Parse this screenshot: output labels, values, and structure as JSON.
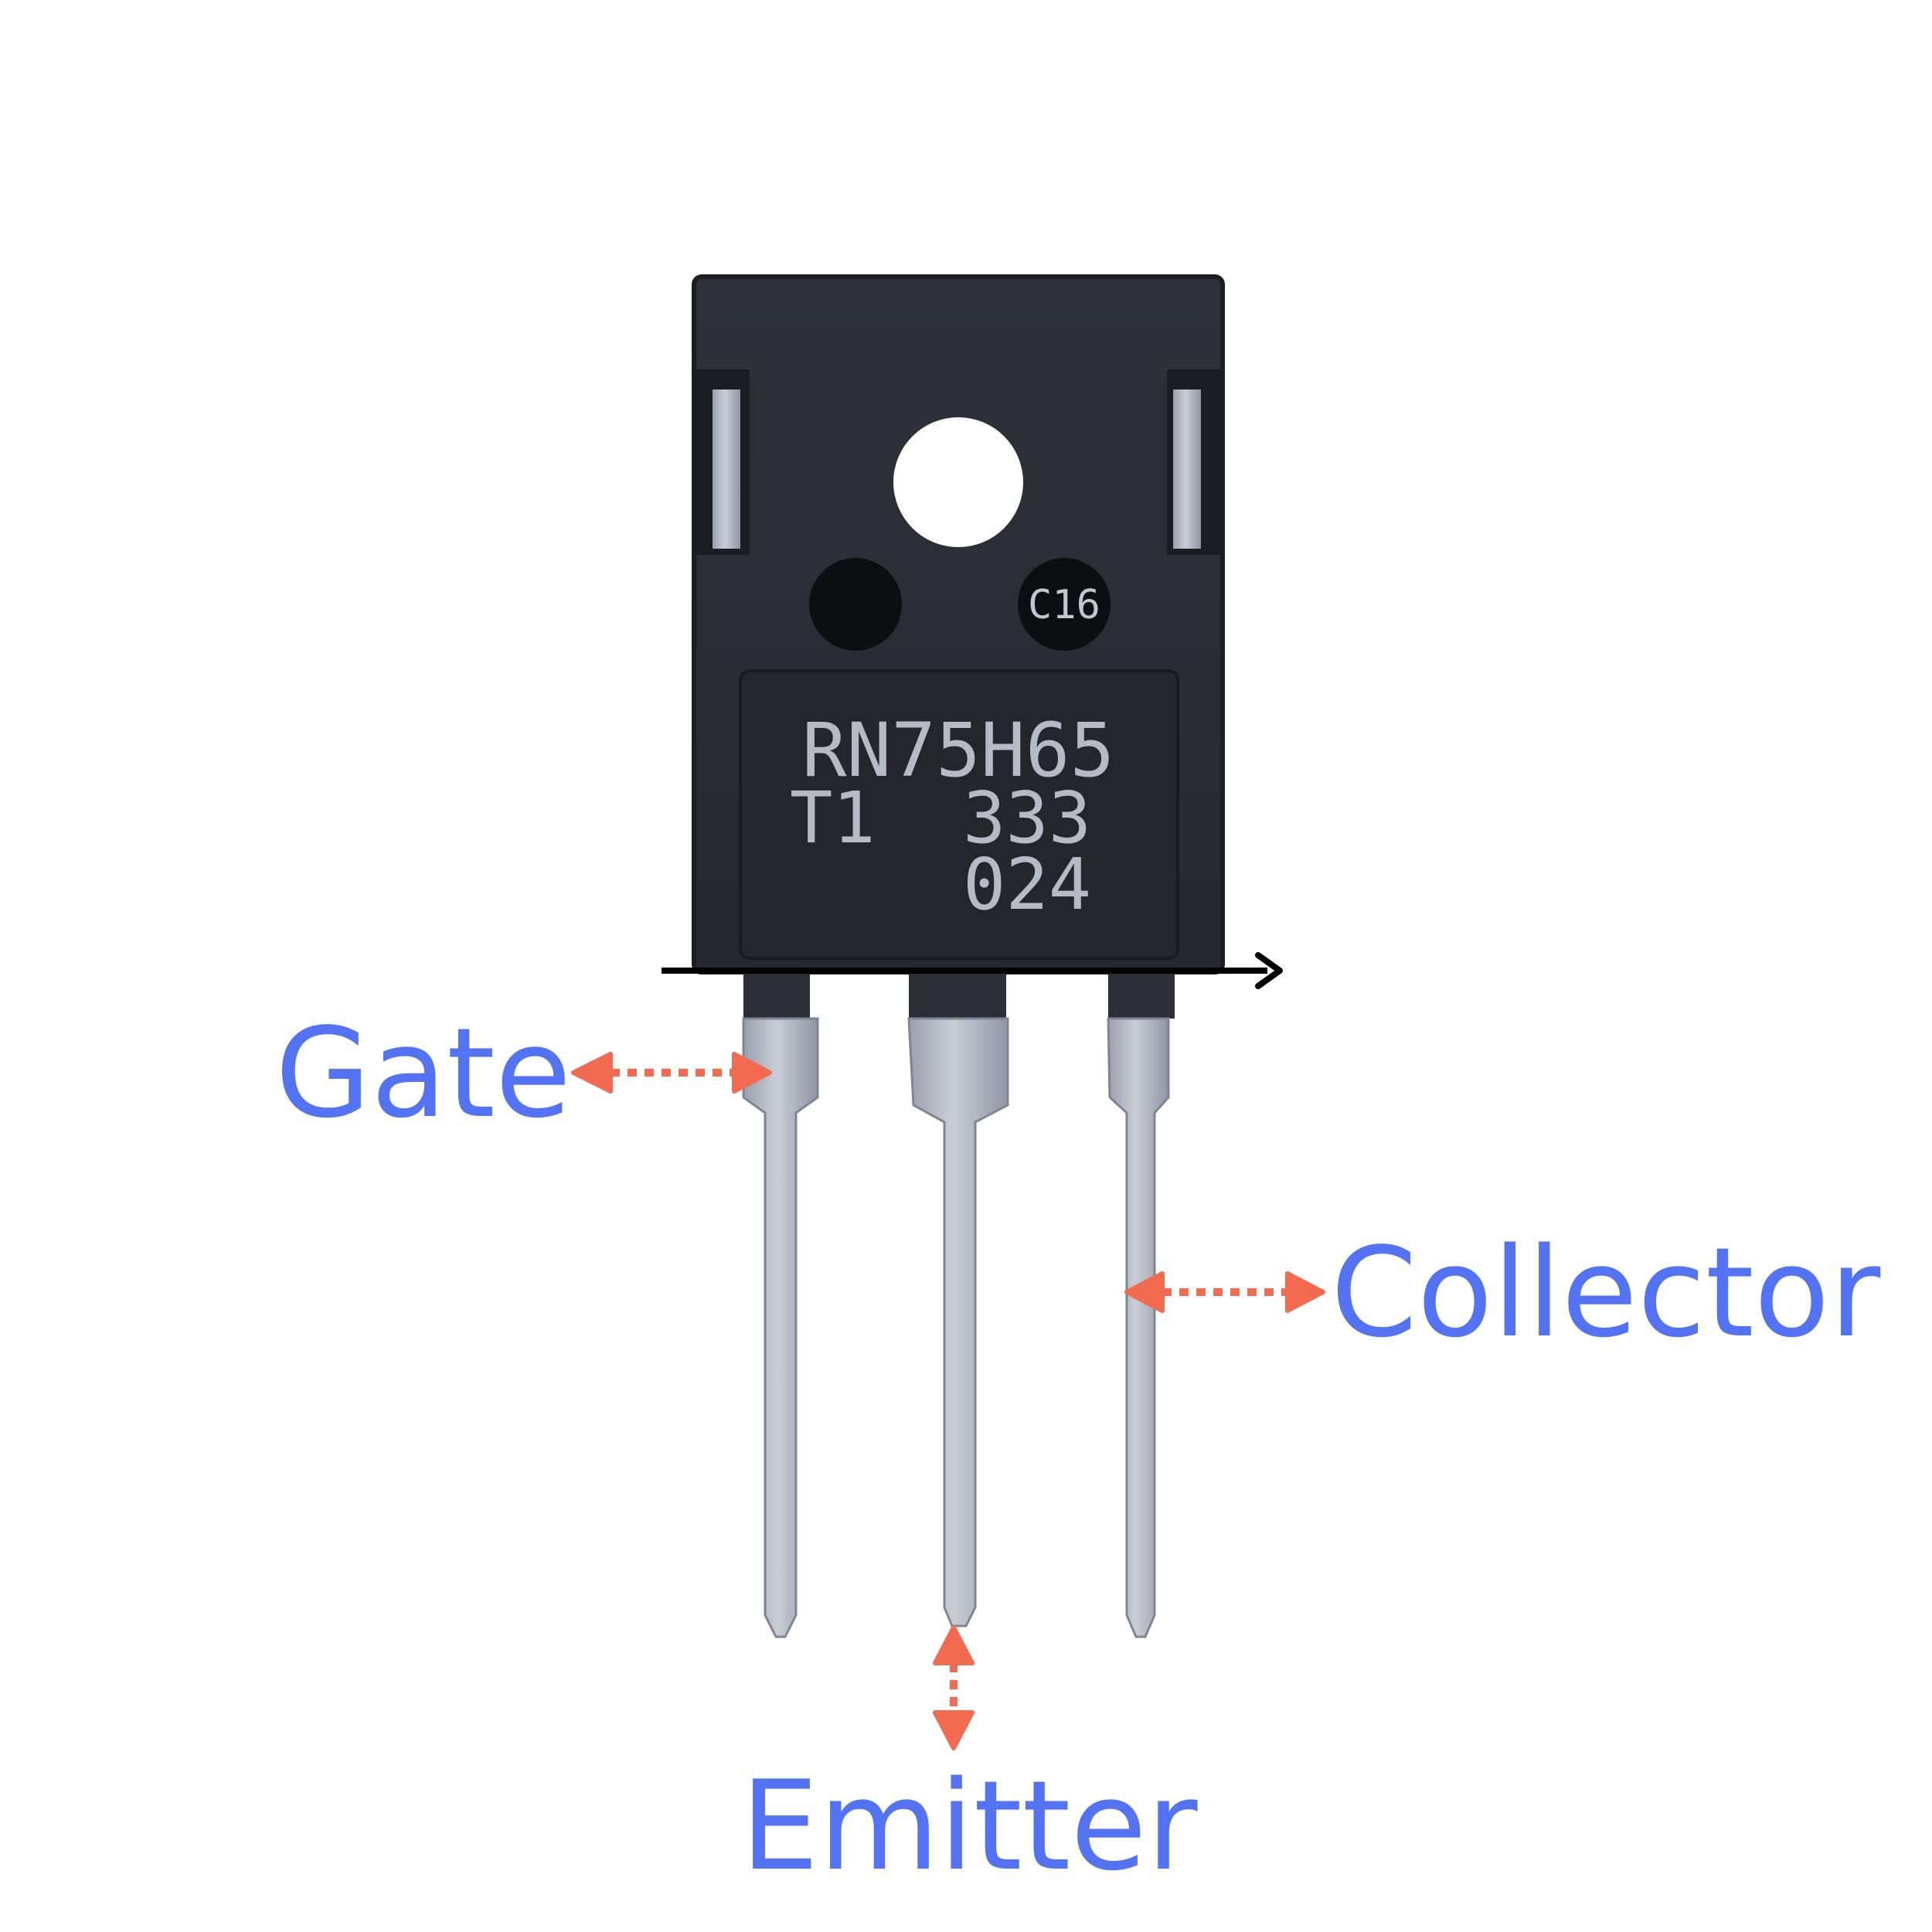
{
  "colors": {
    "background": "#ffffff",
    "package_body": "#2a2d34",
    "package_edge": "#1c1e23",
    "label_panel": "#24262c",
    "marking_text": "#b6bac4",
    "lead_metal": "#b7bcc8",
    "lead_metal_dark": "#8f95a3",
    "label_text": "#5373f2",
    "pointer_arrow": "#f26a4f",
    "axis_arrow": "#000000"
  },
  "package": {
    "markings": {
      "line1": "RN75H65",
      "line2a": "T1",
      "line2b": "333",
      "line3": "024"
    },
    "dot_mark": "C16"
  },
  "pins": {
    "gate": "Gate",
    "emitter": "Emitter",
    "collector": "Collector"
  },
  "icons": {
    "mounting_hole": "mounting-hole-icon",
    "pointer": "double-headed-dotted-arrow-icon",
    "axis": "right-arrow-icon"
  }
}
